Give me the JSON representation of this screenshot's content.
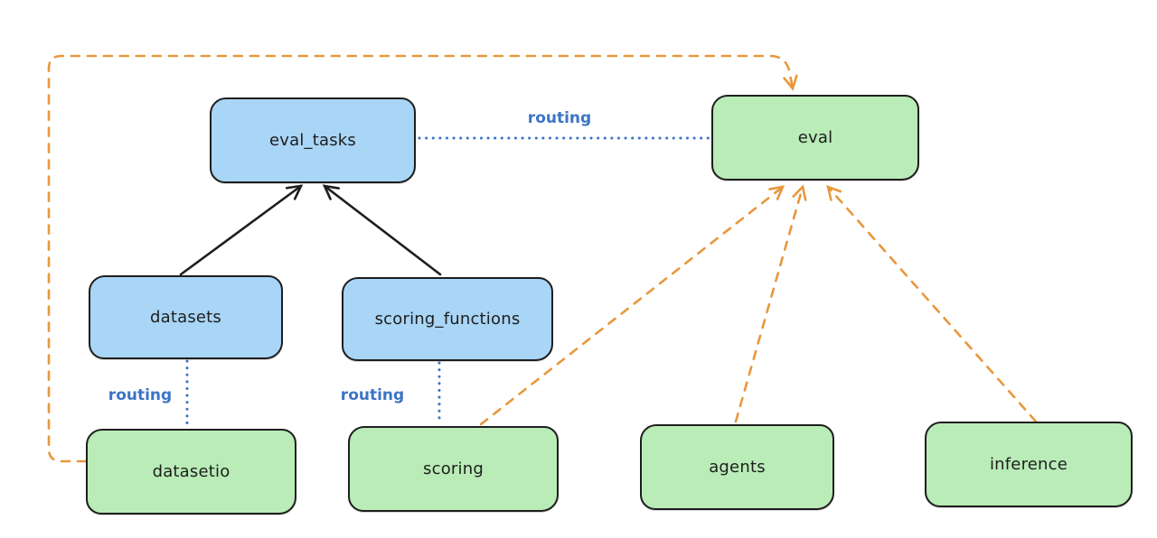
{
  "diagram": {
    "nodes": {
      "eval_tasks": {
        "label": "eval_tasks",
        "group": "blue-resource"
      },
      "eval": {
        "label": "eval",
        "group": "green-api"
      },
      "datasets": {
        "label": "datasets",
        "group": "blue-resource"
      },
      "scoring_functions": {
        "label": "scoring_functions",
        "group": "blue-resource"
      },
      "datasetio": {
        "label": "datasetio",
        "group": "green-api"
      },
      "scoring": {
        "label": "scoring",
        "group": "green-api"
      },
      "agents": {
        "label": "agents",
        "group": "green-api"
      },
      "inference": {
        "label": "inference",
        "group": "green-api"
      }
    },
    "edges": [
      {
        "from": "datasets",
        "to": "eval_tasks",
        "style": "solid-arrow",
        "color": "black"
      },
      {
        "from": "scoring_functions",
        "to": "eval_tasks",
        "style": "solid-arrow",
        "color": "black"
      },
      {
        "from": "eval_tasks",
        "to": "eval",
        "style": "dotted",
        "color": "blue",
        "label": "routing"
      },
      {
        "from": "datasets",
        "to": "datasetio",
        "style": "dotted",
        "color": "blue",
        "label": "routing"
      },
      {
        "from": "scoring_functions",
        "to": "scoring",
        "style": "dotted",
        "color": "blue",
        "label": "routing"
      },
      {
        "from": "datasetio",
        "to": "eval",
        "style": "dashed-arrow",
        "color": "orange"
      },
      {
        "from": "scoring",
        "to": "eval",
        "style": "dashed-arrow",
        "color": "orange"
      },
      {
        "from": "agents",
        "to": "eval",
        "style": "dashed-arrow",
        "color": "orange"
      },
      {
        "from": "inference",
        "to": "eval",
        "style": "dashed-arrow",
        "color": "orange"
      }
    ],
    "colors": {
      "background": "#ffffff",
      "stroke_dark": "#1e1e1e",
      "blue_fill": "#a9d5f6",
      "green_fill": "#b9ecb7",
      "routing_blue": "#3b74c6",
      "dependency_orange": "#e9973d"
    }
  }
}
